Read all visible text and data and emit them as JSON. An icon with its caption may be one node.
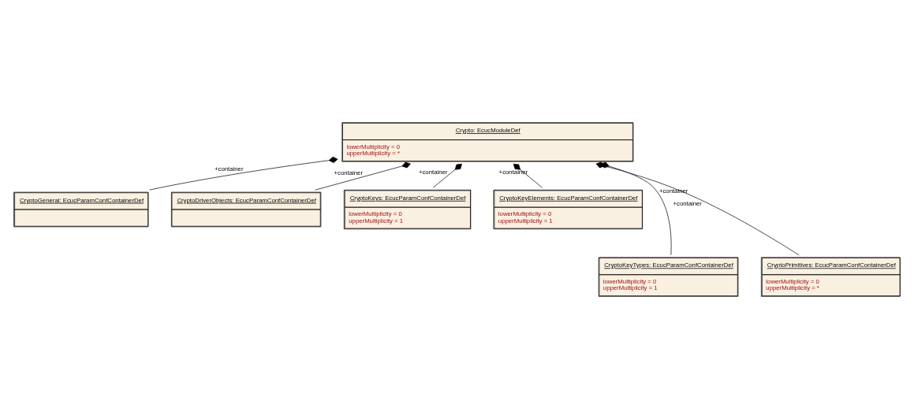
{
  "diagram": {
    "nodes": [
      {
        "text": [
          "Crypto: EcucModuleDef",
          "lowerMultiplicity = 0",
          "upperMultiplicity = *"
        ]
      },
      {
        "text": [
          "CryptoGeneral: EcucParamConfContainerDef"
        ]
      },
      {
        "text": [
          "CryptoDriverObjects: EcucParamConfContainerDef"
        ]
      },
      {
        "text": [
          "CryptoKeys: EcucParamConfContainerDef",
          "lowerMultiplicity = 0",
          "upperMultiplicity = 1"
        ]
      },
      {
        "text": [
          "CryptoKeyElements: EcucParamConfContainerDef",
          "lowerMultiplicity = 0",
          "upperMultiplicity = 1"
        ]
      },
      {
        "text": [
          "CryptoKeyTypes: EcucParamConfContainerDef",
          "lowerMultiplicity = 0",
          "upperMultiplicity = 1"
        ]
      },
      {
        "text": [
          "CryptoPrimitives: EcucParamConfContainerDef",
          "lowerMultiplicity = 0",
          "upperMultiplicity = *"
        ]
      }
    ],
    "edges": [
      {
        "from": 0,
        "to": 1,
        "arrow": "other",
        "label": "+container"
      },
      {
        "from": 0,
        "to": 5,
        "arrow": "other",
        "label": "+container"
      },
      {
        "from": 0,
        "to": 2,
        "arrow": "other",
        "label": "+container"
      },
      {
        "from": 0,
        "to": 6,
        "arrow": "other",
        "label": "+container"
      },
      {
        "from": 0,
        "to": 3,
        "arrow": "other",
        "label": "+container"
      },
      {
        "from": 0,
        "to": 4,
        "arrow": "other",
        "label": "+container"
      }
    ]
  }
}
